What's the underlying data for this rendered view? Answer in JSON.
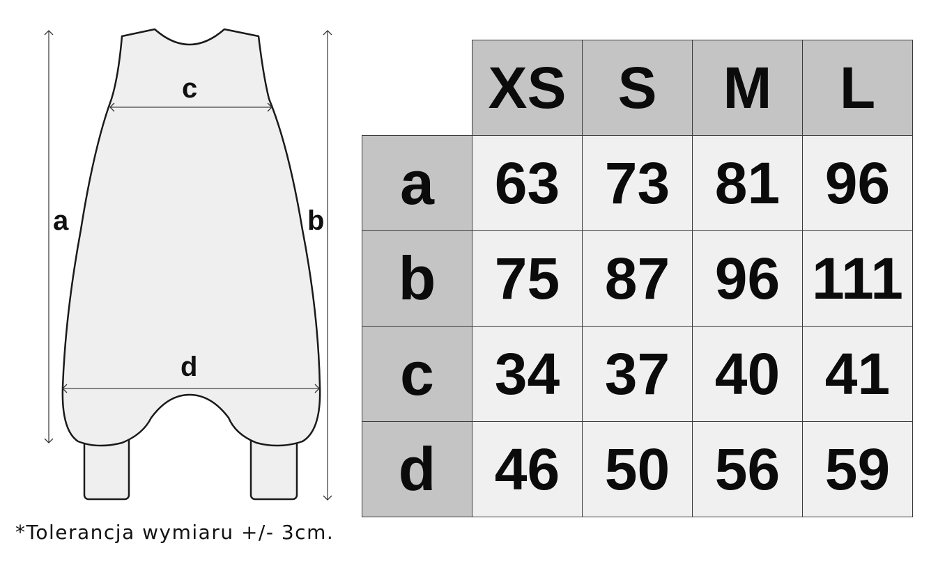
{
  "diagram": {
    "labels": {
      "a": "a",
      "b": "b",
      "c": "c",
      "d": "d"
    }
  },
  "table": {
    "sizes": [
      "XS",
      "S",
      "M",
      "L"
    ],
    "rows": [
      {
        "label": "a",
        "values": [
          "63",
          "73",
          "81",
          "96"
        ]
      },
      {
        "label": "b",
        "values": [
          "75",
          "87",
          "96",
          "111"
        ]
      },
      {
        "label": "c",
        "values": [
          "34",
          "37",
          "40",
          "41"
        ]
      },
      {
        "label": "d",
        "values": [
          "46",
          "50",
          "56",
          "59"
        ]
      }
    ]
  },
  "note": "*Tolerancja wymiaru +/- 3cm.",
  "colors": {
    "header_fill": "#c4c4c4",
    "cell_fill": "#f0f0f0",
    "garment_fill": "#efefef"
  }
}
